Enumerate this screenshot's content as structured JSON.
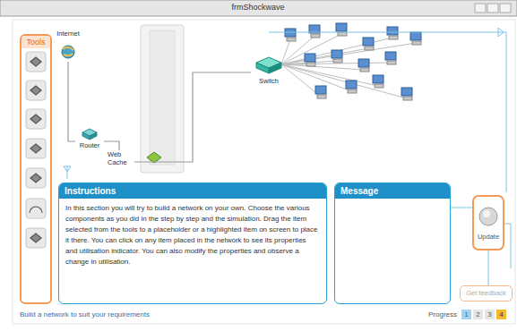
{
  "diagram": {
    "nodes": [
      {
        "text": [
          "Tools"
        ]
      },
      {
        "text": [
          "Internet"
        ]
      },
      {
        "text": [
          "Router"
        ]
      },
      {
        "text": [
          "Web Cache"
        ]
      },
      {
        "text": [
          "Switch"
        ]
      },
      {
        "text": [
          "Instructions",
          "In this section you will try to build a network on your own. Choose the various components as you did in the step by step and the simulation. Drag the item selected from the tools to a placeholder or a highlighted item on screen to place it there. You can click on any item placed in the network to see its properties and utilisation indicator. You can also modify the properties and observe a change in utilisation."
        ]
      },
      {
        "text": [
          "Message"
        ]
      },
      {
        "text": [
          "Update"
        ]
      },
      {
        "text": [
          "Get feedback"
        ]
      },
      {
        "text": [
          "1"
        ]
      },
      {
        "text": [
          "2"
        ]
      },
      {
        "text": [
          "3"
        ]
      },
      {
        "text": [
          "4"
        ]
      }
    ],
    "edges": [
      {
        "from": 1,
        "to": 2,
        "arrow": "none"
      },
      {
        "from": 2,
        "to": 3,
        "arrow": "none"
      },
      {
        "from": 3,
        "to": 4,
        "arrow": "none"
      }
    ],
    "labels": [
      "frmShockwave",
      "Build a network to suit your requirements",
      "Progress"
    ]
  }
}
